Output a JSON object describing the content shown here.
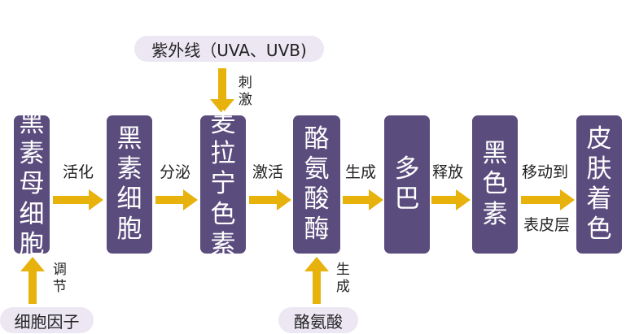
{
  "boxes": {
    "melanoblast": "黑素母细胞",
    "melanocyte": "黑素细胞",
    "melanin_protein": "麦拉宁色素",
    "tyrosinase": "酪氨酸酶",
    "dopa": "多巴",
    "melanin": "黑色素",
    "skin_color": "皮肤着色"
  },
  "edges": {
    "activate": "活化",
    "secrete": "分泌",
    "excite": "激活",
    "generate": "生成",
    "release": "释放",
    "move_to": "移动到",
    "epidermis": "表皮层"
  },
  "inputs": {
    "uv": "紫外线（UVA、UVB)",
    "uv_action": "刺激",
    "cell_factor": "细胞因子",
    "cell_factor_action": "调节",
    "tyrosine": "酪氨酸",
    "tyrosine_action": "生成"
  },
  "colors": {
    "box": "#5b4c7e",
    "arrow": "#e8b20c",
    "pill": "#ece7f3"
  }
}
